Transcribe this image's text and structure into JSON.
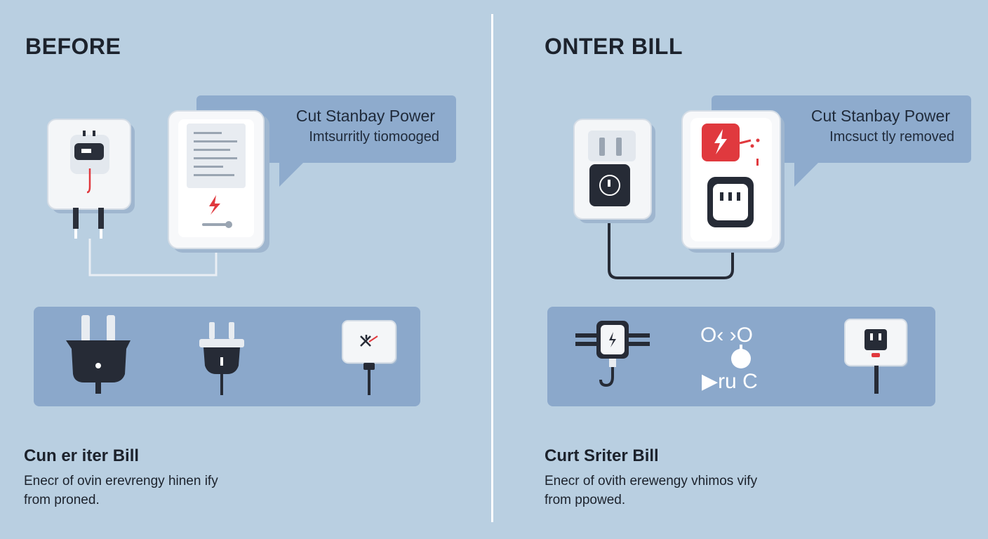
{
  "before": {
    "heading": "BEFORE",
    "bubble": {
      "title": "Cut Stanbay Power",
      "subtitle": "Imtsurritly tiomooged"
    },
    "caption": {
      "title": "Cun er iter Bill",
      "line1": "Enecr of ovin erevrengy hinen ify",
      "line2": "from proned."
    }
  },
  "after": {
    "heading": "ONTER BILL",
    "bubble": {
      "title": "Cut Stanbay Power",
      "subtitle": "Imcsuct tly removed"
    },
    "tray_glyphs": {
      "top": "O‹ ›O",
      "bottom": "▶ru C"
    },
    "caption": {
      "title": "Curt Sriter Bill",
      "line1": "Enecr of ovith erewengy vhimos vify",
      "line2": "from ppowed."
    }
  },
  "colors": {
    "background": "#b9cfe1",
    "bubble": "#8eabcd",
    "tray": "#8ba8cb",
    "accent_red": "#e0393e",
    "dark": "#2a2f3a"
  },
  "icons": [
    "plug-adapter-icon",
    "power-strip-icon",
    "bolt-icon",
    "two-prong-plug-icon",
    "wall-outlet-icon",
    "smart-plug-icon",
    "timer-switch-icon",
    "outlet-icon"
  ]
}
